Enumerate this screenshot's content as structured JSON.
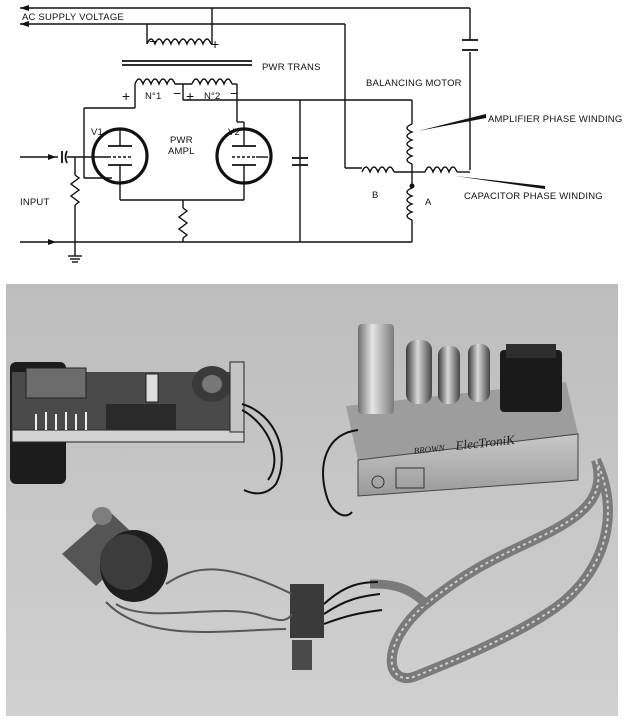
{
  "schematic": {
    "ac_supply_voltage": "AC SUPPLY VOLTAGE",
    "pwr_trans": "PWR TRANS",
    "winding_no1": "N°1",
    "winding_no2": "N°2",
    "plus": "+",
    "minus": "−",
    "balancing_motor": "BALANCING MOTOR",
    "amplifier_phase_winding": "AMPLIFIER PHASE WINDING",
    "capacitor_phase_winding": "CAPACITOR PHASE WINDING",
    "v1": "V1",
    "v2": "V2",
    "pwr": "PWR",
    "ampl": "AMPL",
    "input": "INPUT",
    "winding_b": "B",
    "winding_a": "A"
  },
  "photo": {
    "brand_text": "BROWN",
    "product_text": "ElecTroniK"
  }
}
